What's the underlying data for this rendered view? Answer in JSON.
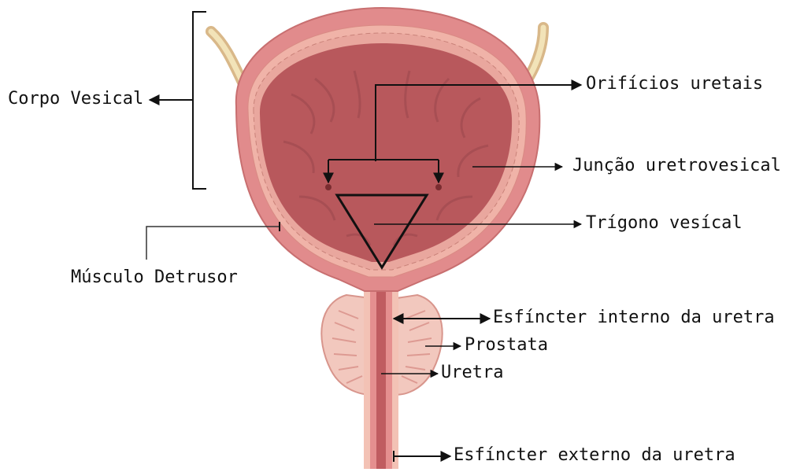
{
  "labels": {
    "corpo_vesical": "Corpo Vesical",
    "orificios_uretais": "Orifícios uretais",
    "juncao_uretrovesical": "Junção uretrovesical",
    "trigono_vesical": "Trígono vesícal",
    "musculo_detrusor": "Músculo Detrusor",
    "esfincter_interno": "Esfíncter interno da uretra",
    "prostata": "Prostata",
    "uretra": "Uretra",
    "esfincter_externo": "Esfíncter externo da uretra"
  },
  "colors": {
    "bladder_wall": "#e58f8f",
    "bladder_inner": "#b5545a",
    "wall_stripe": "#d87c7a",
    "prostate": "#f0c2b8",
    "ureter": "#ecd9a8",
    "line": "#111111"
  }
}
